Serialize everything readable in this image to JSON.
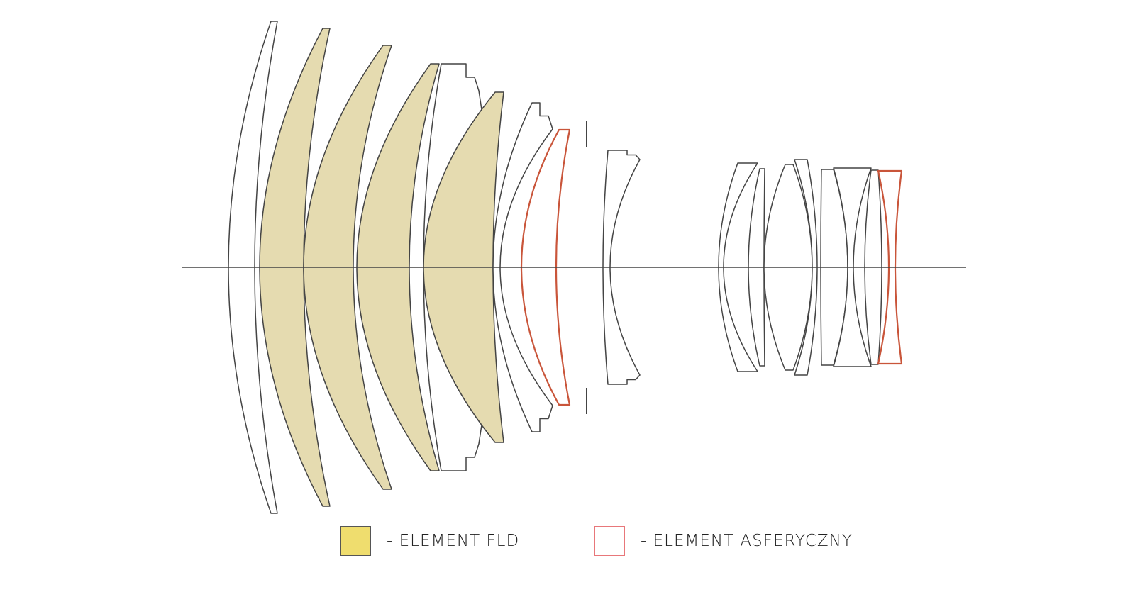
{
  "title": "Lens construction diagram",
  "colors": {
    "fld_fill": "#e5dbb0",
    "fld_swatch": "#efdd6e",
    "aspheric_stroke": "#c9553a",
    "aspheric_swatch_border": "#e8777a",
    "outline": "#444444"
  },
  "legend": [
    {
      "label": "- ELEMENT FLD",
      "type": "fld"
    },
    {
      "label": "- ELEMENT ASFERYCZNY",
      "type": "aspheric"
    }
  ],
  "elements": [
    {
      "type": "standard"
    },
    {
      "type": "fld"
    },
    {
      "type": "fld"
    },
    {
      "type": "fld"
    },
    {
      "type": "standard"
    },
    {
      "type": "fld"
    },
    {
      "type": "standard"
    },
    {
      "type": "aspheric"
    },
    {
      "type": "standard"
    },
    {
      "type": "standard"
    },
    {
      "type": "standard"
    },
    {
      "type": "standard"
    },
    {
      "type": "standard"
    },
    {
      "type": "standard"
    },
    {
      "type": "standard"
    },
    {
      "type": "standard"
    },
    {
      "type": "aspheric"
    }
  ]
}
